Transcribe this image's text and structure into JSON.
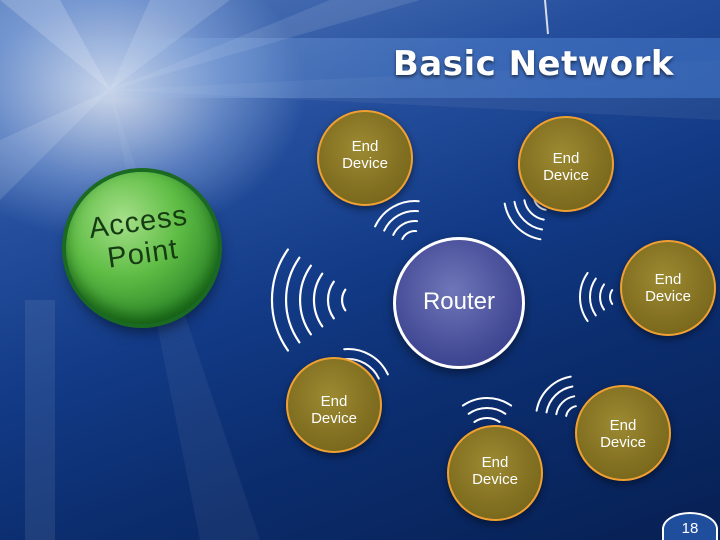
{
  "slide": {
    "title": "Basic Network",
    "page_number": "18"
  },
  "access_point": {
    "line1": "Access",
    "line2": "Point"
  },
  "router": {
    "label": "Router"
  },
  "devices": [
    {
      "line1": "End",
      "line2": "Device"
    },
    {
      "line1": "End",
      "line2": "Device"
    },
    {
      "line1": "End",
      "line2": "Device"
    },
    {
      "line1": "End",
      "line2": "Device"
    },
    {
      "line1": "End",
      "line2": "Device"
    },
    {
      "line1": "End",
      "line2": "Device"
    }
  ],
  "colors": {
    "background": "#123a86",
    "access_point": "#5fbd45",
    "router": "#3f4692",
    "device": "#7c6a1e",
    "device_border": "#f0a030",
    "signal": "#ffffff"
  }
}
